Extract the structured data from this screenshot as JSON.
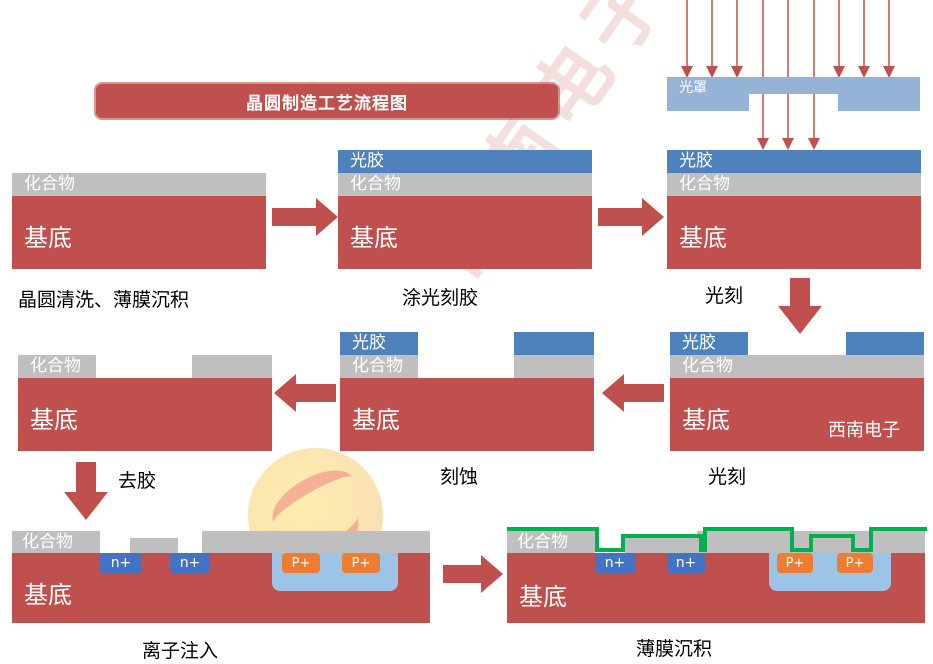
{
  "title": "晶圆制造工艺流程图",
  "labels": {
    "substrate": "基底",
    "oxide": "化合物",
    "photoresist": "光胶",
    "photomask": "光罩",
    "n_plus": "n+",
    "p_plus": "P+",
    "brand": "西南电子",
    "watermark": "西南电子"
  },
  "steps": [
    {
      "id": "step1",
      "caption": "晶圆清洗、薄膜沉积"
    },
    {
      "id": "step2",
      "caption": "涂光刻胶"
    },
    {
      "id": "step3",
      "caption": "光刻"
    },
    {
      "id": "step4",
      "caption": "光刻"
    },
    {
      "id": "step5",
      "caption": "刻蚀"
    },
    {
      "id": "step6",
      "caption": "去胶"
    },
    {
      "id": "step7",
      "caption": "离子注入"
    },
    {
      "id": "step8",
      "caption": "薄膜沉积"
    }
  ],
  "colors": {
    "substrate": "#c0504d",
    "oxide": "#bfbfbf",
    "photoresist": "#4f81bd",
    "photomask": "#95b3d7",
    "n_region": "#4472c4",
    "p_region": "#ed7d31",
    "well": "#9dc3e6",
    "metal_film": "#00b050",
    "arrow": "#c0504d"
  }
}
